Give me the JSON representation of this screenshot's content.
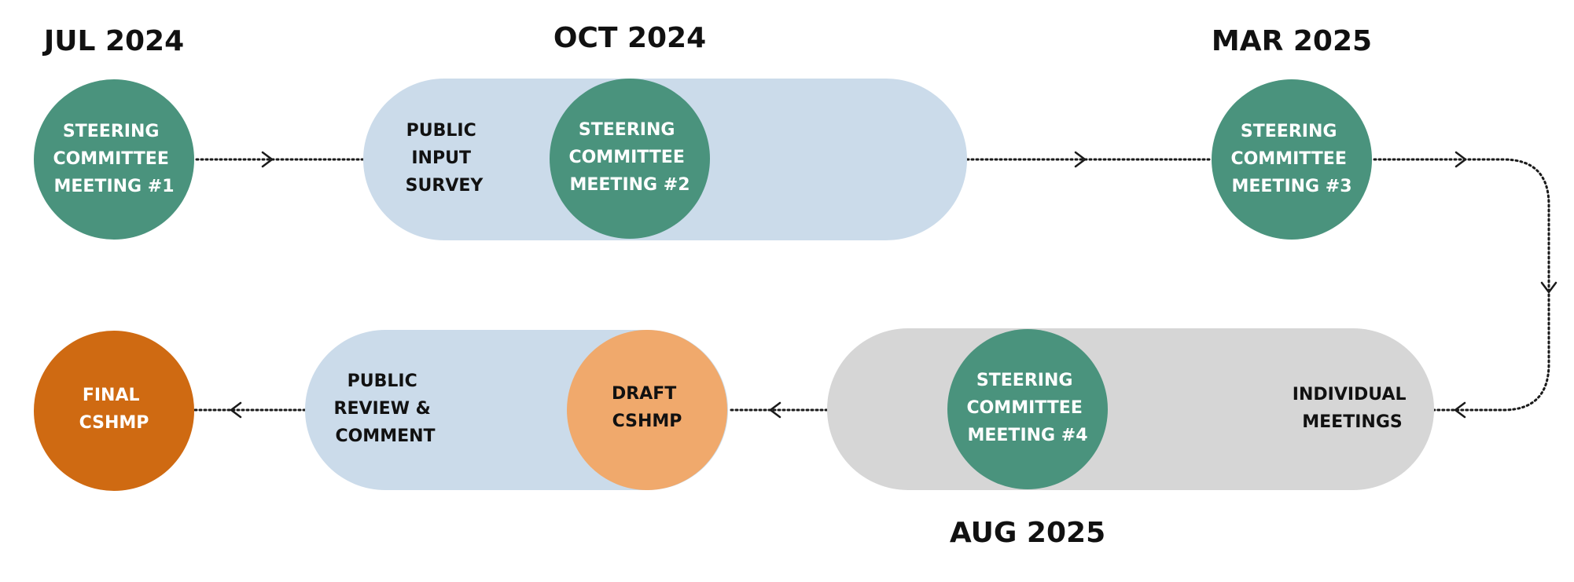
{
  "colors": {
    "green": "#4a937d",
    "blue_band": "#cbdbea",
    "gray_band": "#d6d6d6",
    "light_orange": "#f0a96c",
    "dark_orange": "#cf6a12",
    "text_dark": "#111111",
    "text_light": "#ffffff"
  },
  "dates": {
    "jul_2024": "JUL 2024",
    "oct_2024": "OCT 2024",
    "mar_2025": "MAR 2025",
    "aug_2025": "AUG 2025"
  },
  "nodes": {
    "sc1": [
      "STEERING",
      "COMMITTEE",
      "MEETING #1"
    ],
    "survey": [
      "PUBLIC",
      "INPUT",
      "SURVEY"
    ],
    "sc2": [
      "STEERING",
      "COMMITTEE",
      "MEETING #2"
    ],
    "sc3": [
      "STEERING",
      "COMMITTEE",
      "MEETING #3"
    ],
    "individual": [
      "INDIVIDUAL",
      "MEETINGS"
    ],
    "sc4": [
      "STEERING",
      "COMMITTEE",
      "MEETING #4"
    ],
    "draft": [
      "DRAFT",
      "CSHMP"
    ],
    "review": [
      "PUBLIC",
      "REVIEW &",
      "COMMENT"
    ],
    "final": [
      "FINAL",
      "CSHMP"
    ]
  }
}
